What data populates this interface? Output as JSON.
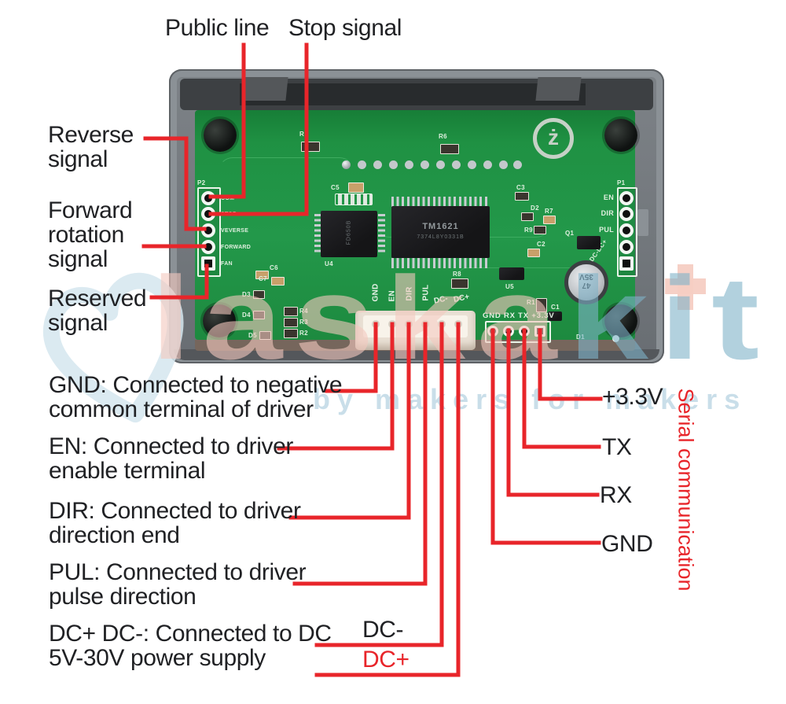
{
  "colors": {
    "annotation_red": "#e8252a",
    "label_text": "#202124",
    "pcb_green": "#1f9143",
    "enclosure_gray": "#75797e",
    "silkscreen_white": "#e6f2e6",
    "watermark_blue": "#bcd7e4",
    "watermark_pink": "#f4c9bf"
  },
  "annotations": {
    "top": [
      "Public line",
      "Stop signal"
    ],
    "left": [
      "Reverse\nsignal",
      "Forward\nrotation\nsignal",
      "Reserved\nsignal"
    ],
    "bottom_left": [
      "GND: Connected to negative\ncommon terminal of driver",
      "EN: Connected to driver\nenable terminal",
      "DIR: Connected to driver\ndirection end",
      "PUL: Connected to driver\npulse direction",
      "DC+ DC-: Connected to DC\n5V-30V power supply"
    ],
    "dc_minus": "DC-",
    "dc_plus": "DC+",
    "right": [
      "+3.3V",
      "TX",
      "RX",
      "GND"
    ],
    "serial_note": "Serial communication"
  },
  "board": {
    "p2": {
      "title": "P2",
      "pins": [
        "COM",
        "STOP",
        "VEVERSE",
        "FORWARD",
        "FAN"
      ]
    },
    "p1": {
      "title": "P1",
      "pins": [
        "EN",
        "DIR",
        "PUL",
        "DC-DC+"
      ]
    },
    "jst_silkscreen": [
      "GND",
      "EN",
      "DIR",
      "PUL",
      "DC-",
      "DC+"
    ],
    "serial_header_silkscreen": "GND RX TX +3.3V",
    "main_chip": {
      "line1": "TM1621",
      "line2": "7374L8Y0331B"
    },
    "lcd_chip": "FD650B",
    "cap_text": "47\n35V",
    "logo_glyph": "ż",
    "refs": {
      "r5": "R5",
      "r6": "R6",
      "c5": "C5",
      "u4": "U4",
      "c3": "C3",
      "d2": "D2",
      "r7": "R7",
      "r9": "R9",
      "q1": "Q1",
      "c2": "C2",
      "u5": "U5",
      "r8": "R8",
      "r1": "R1",
      "c1": "C1",
      "d1": "D1",
      "d3": "D3",
      "d4": "D4",
      "d5": "D5",
      "r4": "R4",
      "r3": "R3",
      "r2": "R2",
      "c6": "C6",
      "c7": "C7"
    }
  },
  "watermark": {
    "word_pink": "laska",
    "word_teal": "kit",
    "tagline": "by makers for makers",
    "plus_glyph": "+"
  }
}
